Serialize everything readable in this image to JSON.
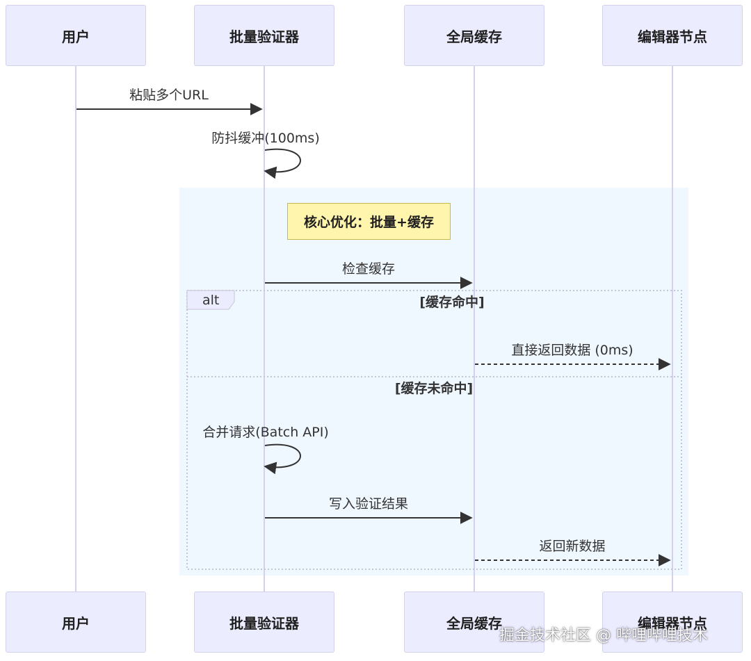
{
  "actors": [
    {
      "id": "user",
      "label": "用户"
    },
    {
      "id": "validator",
      "label": "批量验证器"
    },
    {
      "id": "cache",
      "label": "全局缓存"
    },
    {
      "id": "editor",
      "label": "编辑器节点"
    }
  ],
  "messages": [
    {
      "id": "paste",
      "label": "粘贴多个URL",
      "from": "user",
      "to": "validator",
      "style": "solid"
    },
    {
      "id": "debounce",
      "label": "防抖缓冲(100ms)",
      "from": "validator",
      "to": "validator",
      "style": "solid"
    },
    {
      "id": "check",
      "label": "检查缓存",
      "from": "validator",
      "to": "cache",
      "style": "solid"
    },
    {
      "id": "return-cached",
      "label": "直接返回数据 (0ms)",
      "from": "cache",
      "to": "editor",
      "style": "dashed"
    },
    {
      "id": "batch",
      "label": "合并请求(Batch API)",
      "from": "validator",
      "to": "validator",
      "style": "solid"
    },
    {
      "id": "write",
      "label": "写入验证结果",
      "from": "validator",
      "to": "cache",
      "style": "solid"
    },
    {
      "id": "return-new",
      "label": "返回新数据",
      "from": "cache",
      "to": "editor",
      "style": "dashed"
    }
  ],
  "note": {
    "label": "核心优化：批量+缓存"
  },
  "alt": {
    "keyword": "alt",
    "branches": [
      {
        "condition": "[缓存命中]"
      },
      {
        "condition": "[缓存未命中]"
      }
    ]
  },
  "watermark": "掘金技术社区 @ 哔哩哔哩技术",
  "colors": {
    "actor_fill": "#ECECFF",
    "actor_border": "#D2D2EE",
    "lifeline": "#D7CFF0",
    "highlight_region": "#EFF7FF",
    "note_fill": "#FFF5AD",
    "arrow": "#333333",
    "alt_border": "#C4C4D4"
  }
}
